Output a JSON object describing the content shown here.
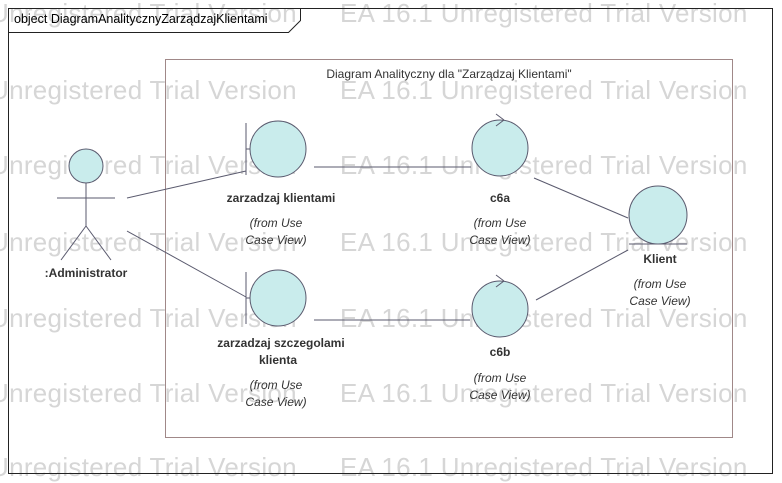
{
  "frame": {
    "title": "object DiagramAnalitycznyZarządzajKlientami"
  },
  "boundary": {
    "title": "Diagram Analityczny dla \"Zarządzaj Klientami\""
  },
  "actor": {
    "label": ":Administrator"
  },
  "boundary_objects": [
    {
      "name": "zarzadzaj klientami",
      "from": [
        "(from Use",
        "Case View)"
      ]
    },
    {
      "name": "zarzadzaj szczegolami",
      "name2": "klienta",
      "from": [
        "(from Use",
        "Case View)"
      ]
    }
  ],
  "controls": [
    {
      "name": "c6a",
      "from": [
        "(from Use",
        "Case View)"
      ]
    },
    {
      "name": "c6b",
      "from": [
        "(from Use",
        "Case View)"
      ]
    }
  ],
  "entity": {
    "name": "Klient",
    "from": [
      "(from Use",
      "Case View)"
    ]
  },
  "watermarks": {
    "left": "Unregistered Trial Version",
    "right": "EA 16.1 Unregistered Trial Version"
  },
  "colors": {
    "fill": "#c9ecec",
    "stroke": "#5a5a6e",
    "watermark": "#d6d6d6"
  }
}
